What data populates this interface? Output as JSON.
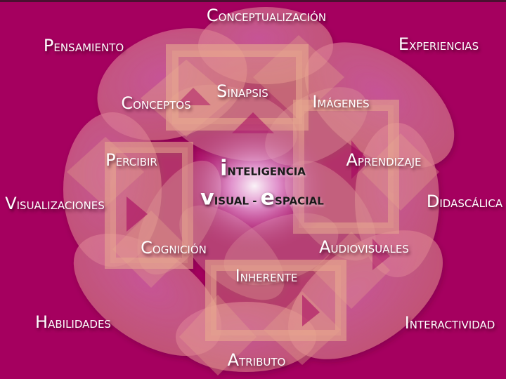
{
  "diagram": {
    "title_line1": {
      "initial": "i",
      "rest": "NTELIGENCIA"
    },
    "title_line2_a": {
      "initial": "v",
      "rest": "ISUAL"
    },
    "title_separator": " - ",
    "title_line2_b": {
      "initial": "e",
      "rest": "SPACIAL"
    },
    "colors": {
      "background": "#a5005f",
      "shape_fill": "#e89a9a",
      "center_glow": "#f4c6ee",
      "label_text": "#ffffff",
      "center_text": "#1a1a1a"
    },
    "outer_labels": [
      {
        "id": "conceptualizacion",
        "initial": "C",
        "rest": "ONCEPTUALIZACIÓN"
      },
      {
        "id": "pensamiento",
        "initial": "P",
        "rest": "ENSAMIENTO"
      },
      {
        "id": "experiencias",
        "initial": "E",
        "rest": "XPERIENCIAS"
      },
      {
        "id": "visualizaciones",
        "initial": "V",
        "rest": "ISUALIZACIONES"
      },
      {
        "id": "didascalica",
        "initial": "D",
        "rest": "IDASCÁLICA"
      },
      {
        "id": "habilidades",
        "initial": "H",
        "rest": "ABILIDADES"
      },
      {
        "id": "interactividad",
        "initial": "I",
        "rest": "NTERACTIVIDAD"
      },
      {
        "id": "atributo",
        "initial": "A",
        "rest": "TRIBUTO"
      }
    ],
    "inner_labels": [
      {
        "id": "conceptos",
        "initial": "C",
        "rest": "ONCEPTOS"
      },
      {
        "id": "sinapsis",
        "initial": "S",
        "rest": "INAPSIS"
      },
      {
        "id": "imagenes",
        "initial": "I",
        "rest": "MÁGENES"
      },
      {
        "id": "percibir",
        "initial": "P",
        "rest": "ERCIBIR"
      },
      {
        "id": "aprendizaje",
        "initial": "A",
        "rest": "PRENDIZAJE"
      },
      {
        "id": "cognicion",
        "initial": "C",
        "rest": "OGNICIÓN"
      },
      {
        "id": "audiovisuales",
        "initial": "A",
        "rest": "UDIOVISUALES"
      },
      {
        "id": "inherente",
        "initial": "I",
        "rest": "NHERENTE"
      }
    ]
  }
}
